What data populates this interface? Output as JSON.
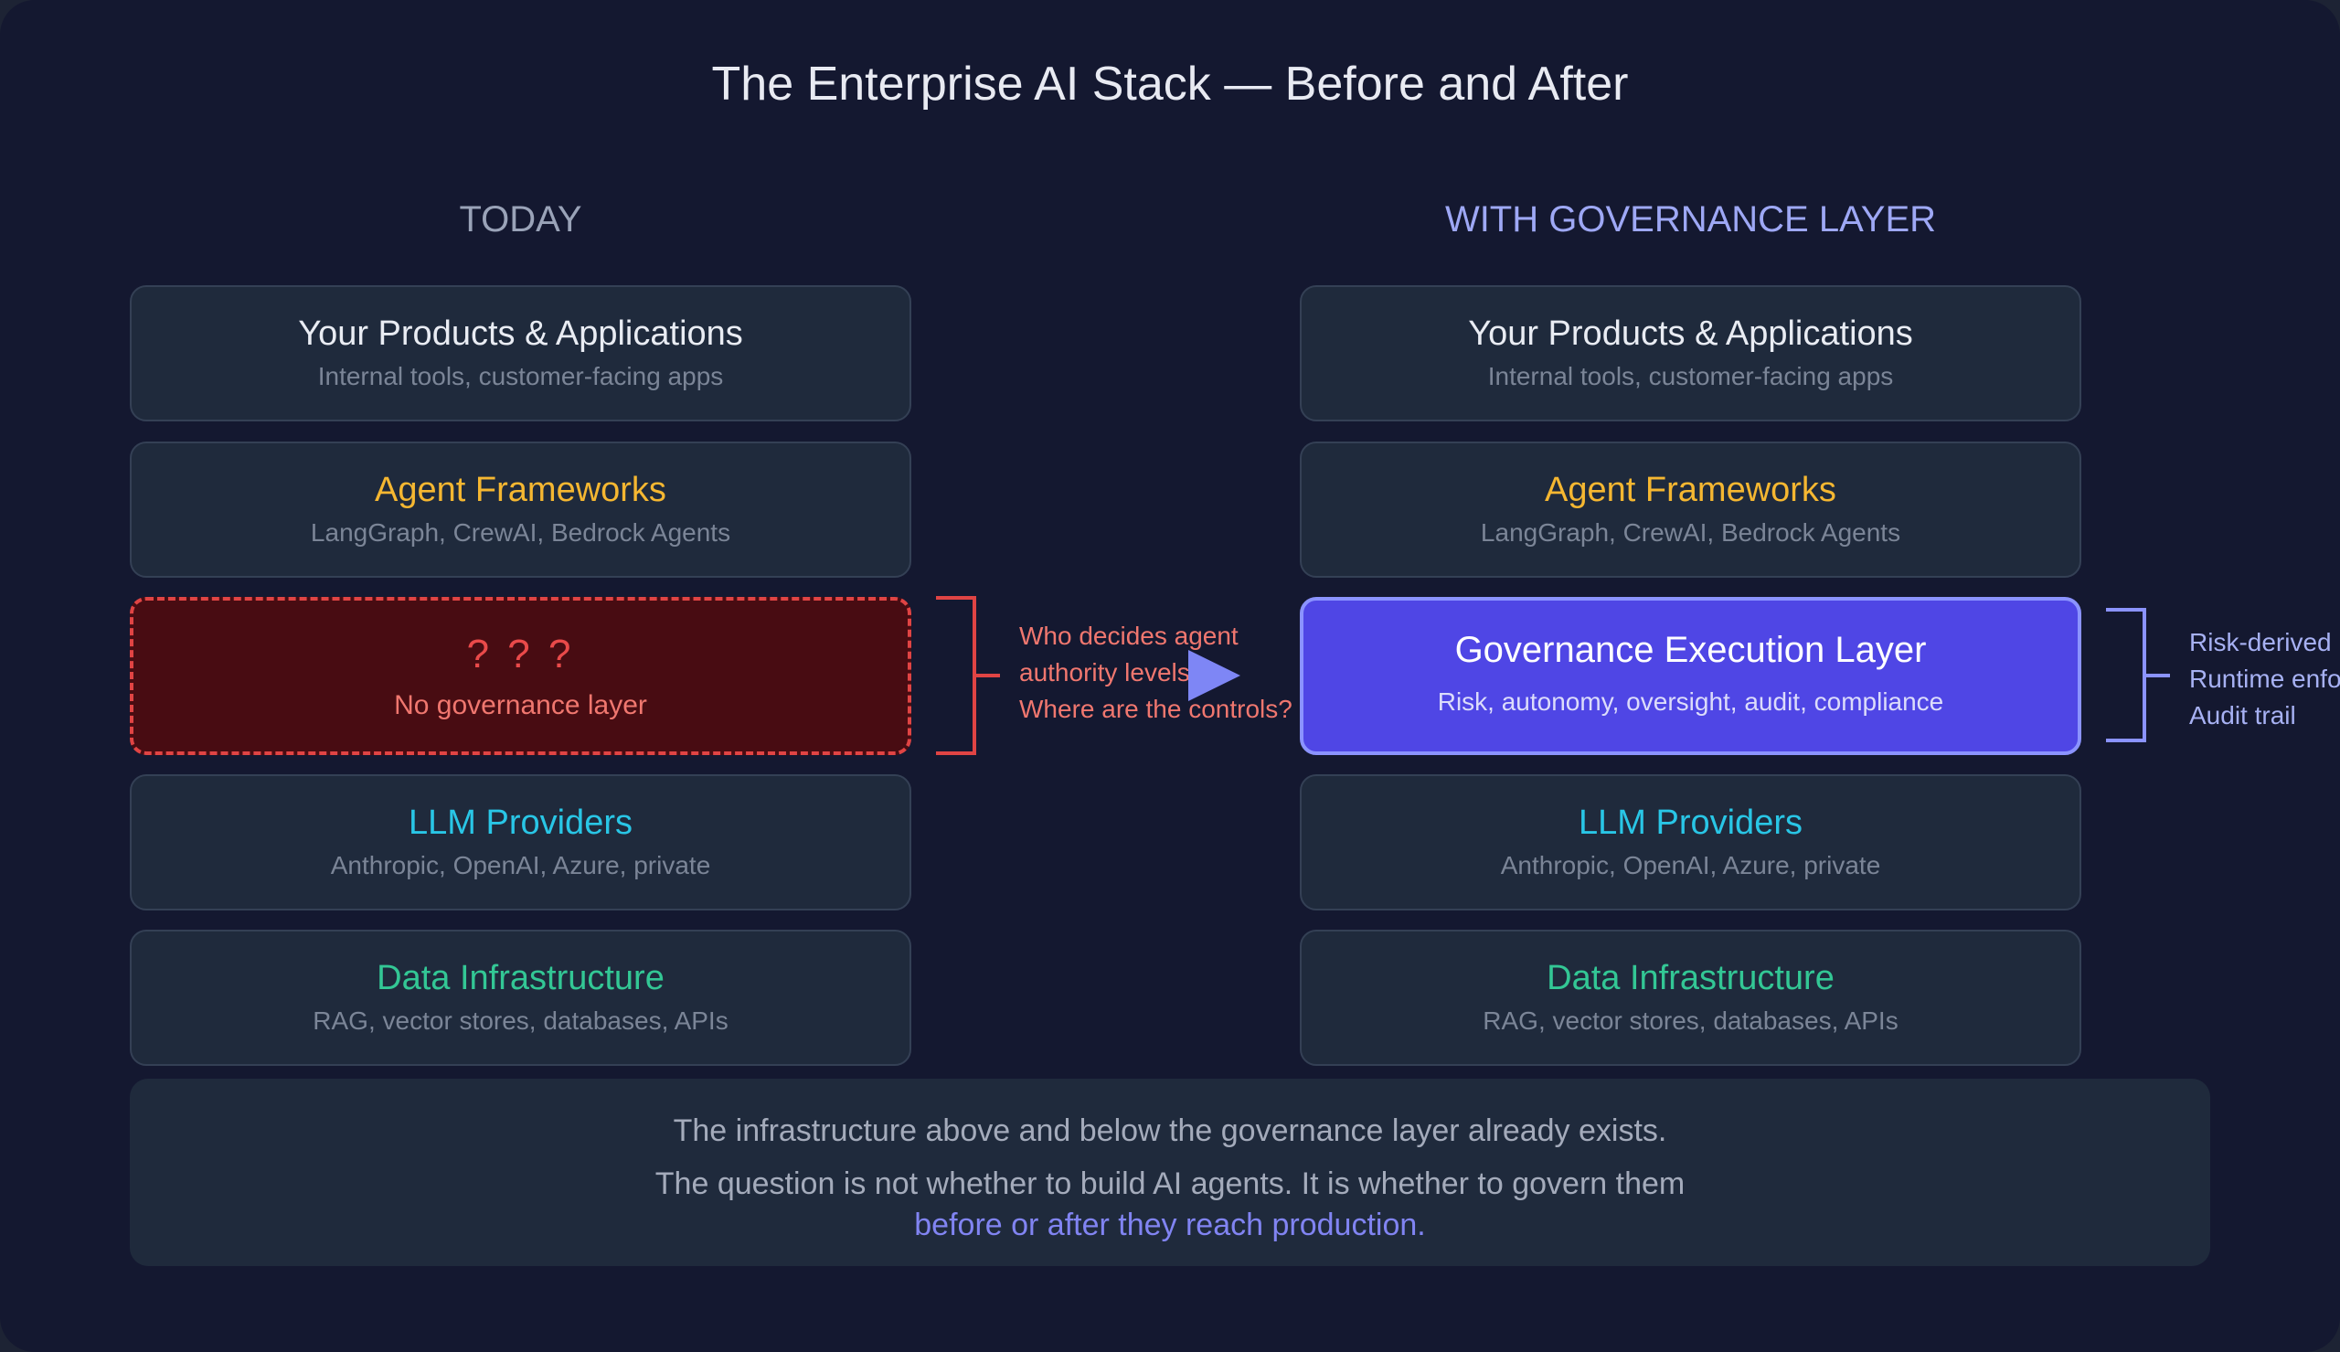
{
  "title": "The Enterprise AI Stack — Before and After",
  "colors": {
    "background": "#141830",
    "box": "#1f2a3c",
    "amber": "#f5b731",
    "cyan": "#29c6e6",
    "green": "#33c795",
    "red": "#e04444",
    "indigo": "#4f46e5",
    "accent_text": "#8184f2"
  },
  "left": {
    "heading": "TODAY",
    "products": {
      "title": "Your Products & Applications",
      "subtitle": "Internal tools, customer-facing apps"
    },
    "frameworks": {
      "title": "Agent Frameworks",
      "subtitle": "LangGraph, CrewAI, Bedrock Agents"
    },
    "gap": {
      "marks": "? ? ?",
      "subtitle": "No governance layer"
    },
    "llm": {
      "title": "LLM Providers",
      "subtitle": "Anthropic, OpenAI, Azure, private"
    },
    "data": {
      "title": "Data Infrastructure",
      "subtitle": "RAG, vector stores, databases, APIs"
    },
    "questions": [
      "Who decides agent",
      "authority levels",
      "Where are the controls?"
    ]
  },
  "right": {
    "heading": "WITH GOVERNANCE LAYER",
    "products": {
      "title": "Your Products & Applications",
      "subtitle": "Internal tools, customer-facing apps"
    },
    "frameworks": {
      "title": "Agent Frameworks",
      "subtitle": "LangGraph, CrewAI, Bedrock Agents"
    },
    "governance": {
      "title": "Governance Execution Layer",
      "subtitle": "Risk, autonomy, oversight, audit, compliance"
    },
    "llm": {
      "title": "LLM Providers",
      "subtitle": "Anthropic, OpenAI, Azure, private"
    },
    "data": {
      "title": "Data Infrastructure",
      "subtitle": "RAG, vector stores, databases, APIs"
    },
    "features": [
      "Risk-derived",
      "Runtime enfo",
      "Audit trail"
    ]
  },
  "footer": {
    "line1": "The infrastructure above and below the governance layer already exists.",
    "line2": "The question is not whether to build AI agents. It is whether to govern them",
    "line3": "before or after they reach production."
  }
}
